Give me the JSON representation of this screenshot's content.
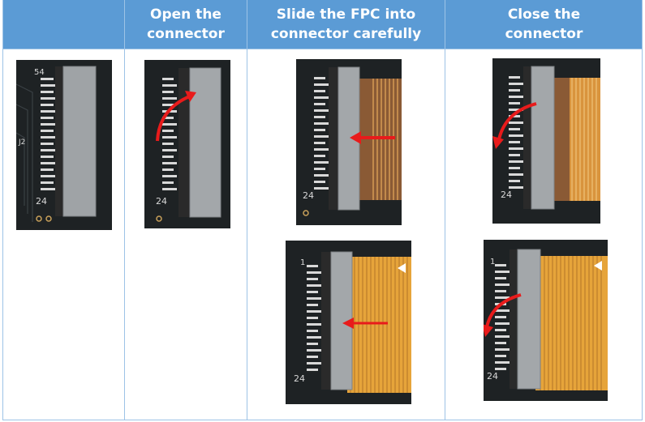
{
  "header": {
    "col1": "",
    "col2": "Open the\nconnector",
    "col3": "Slide the FPC into\nconnector carefully",
    "col4": "Close the\nconnector"
  },
  "pin_labels": {
    "first": "1",
    "last": "24",
    "board_ref": "J2"
  },
  "colors": {
    "header_bg": "#5b9bd5",
    "border": "#9dc3e6",
    "arrow": "#e81b1b",
    "pcb": "#1e2224",
    "fpc_brown": "#8a5a35",
    "fpc_amber": "#e6a43a"
  }
}
